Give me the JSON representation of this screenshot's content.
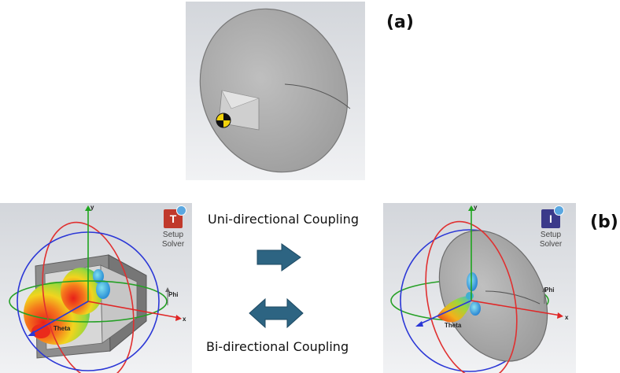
{
  "labels": {
    "a": "(a)",
    "b": "(b)"
  },
  "captions": {
    "uni": "Uni-directional Coupling",
    "bi": "Bi-directional Coupling"
  },
  "left_panel": {
    "setup_line1": "Setup",
    "setup_line2": "Solver",
    "icon_letter": "T",
    "axis_y": "y",
    "axis_x": "x",
    "axis_phi": "Phi",
    "axis_theta": "Theta"
  },
  "right_panel": {
    "setup_line1": "Setup",
    "setup_line2": "Solver",
    "icon_letter": "I",
    "axis_y": "y",
    "axis_x": "x",
    "axis_phi": "Phi",
    "axis_theta": "Theta"
  },
  "colors": {
    "arrow": "#2d6482",
    "tile_t": "#c0392b",
    "tile_i": "#3b3a8a"
  }
}
